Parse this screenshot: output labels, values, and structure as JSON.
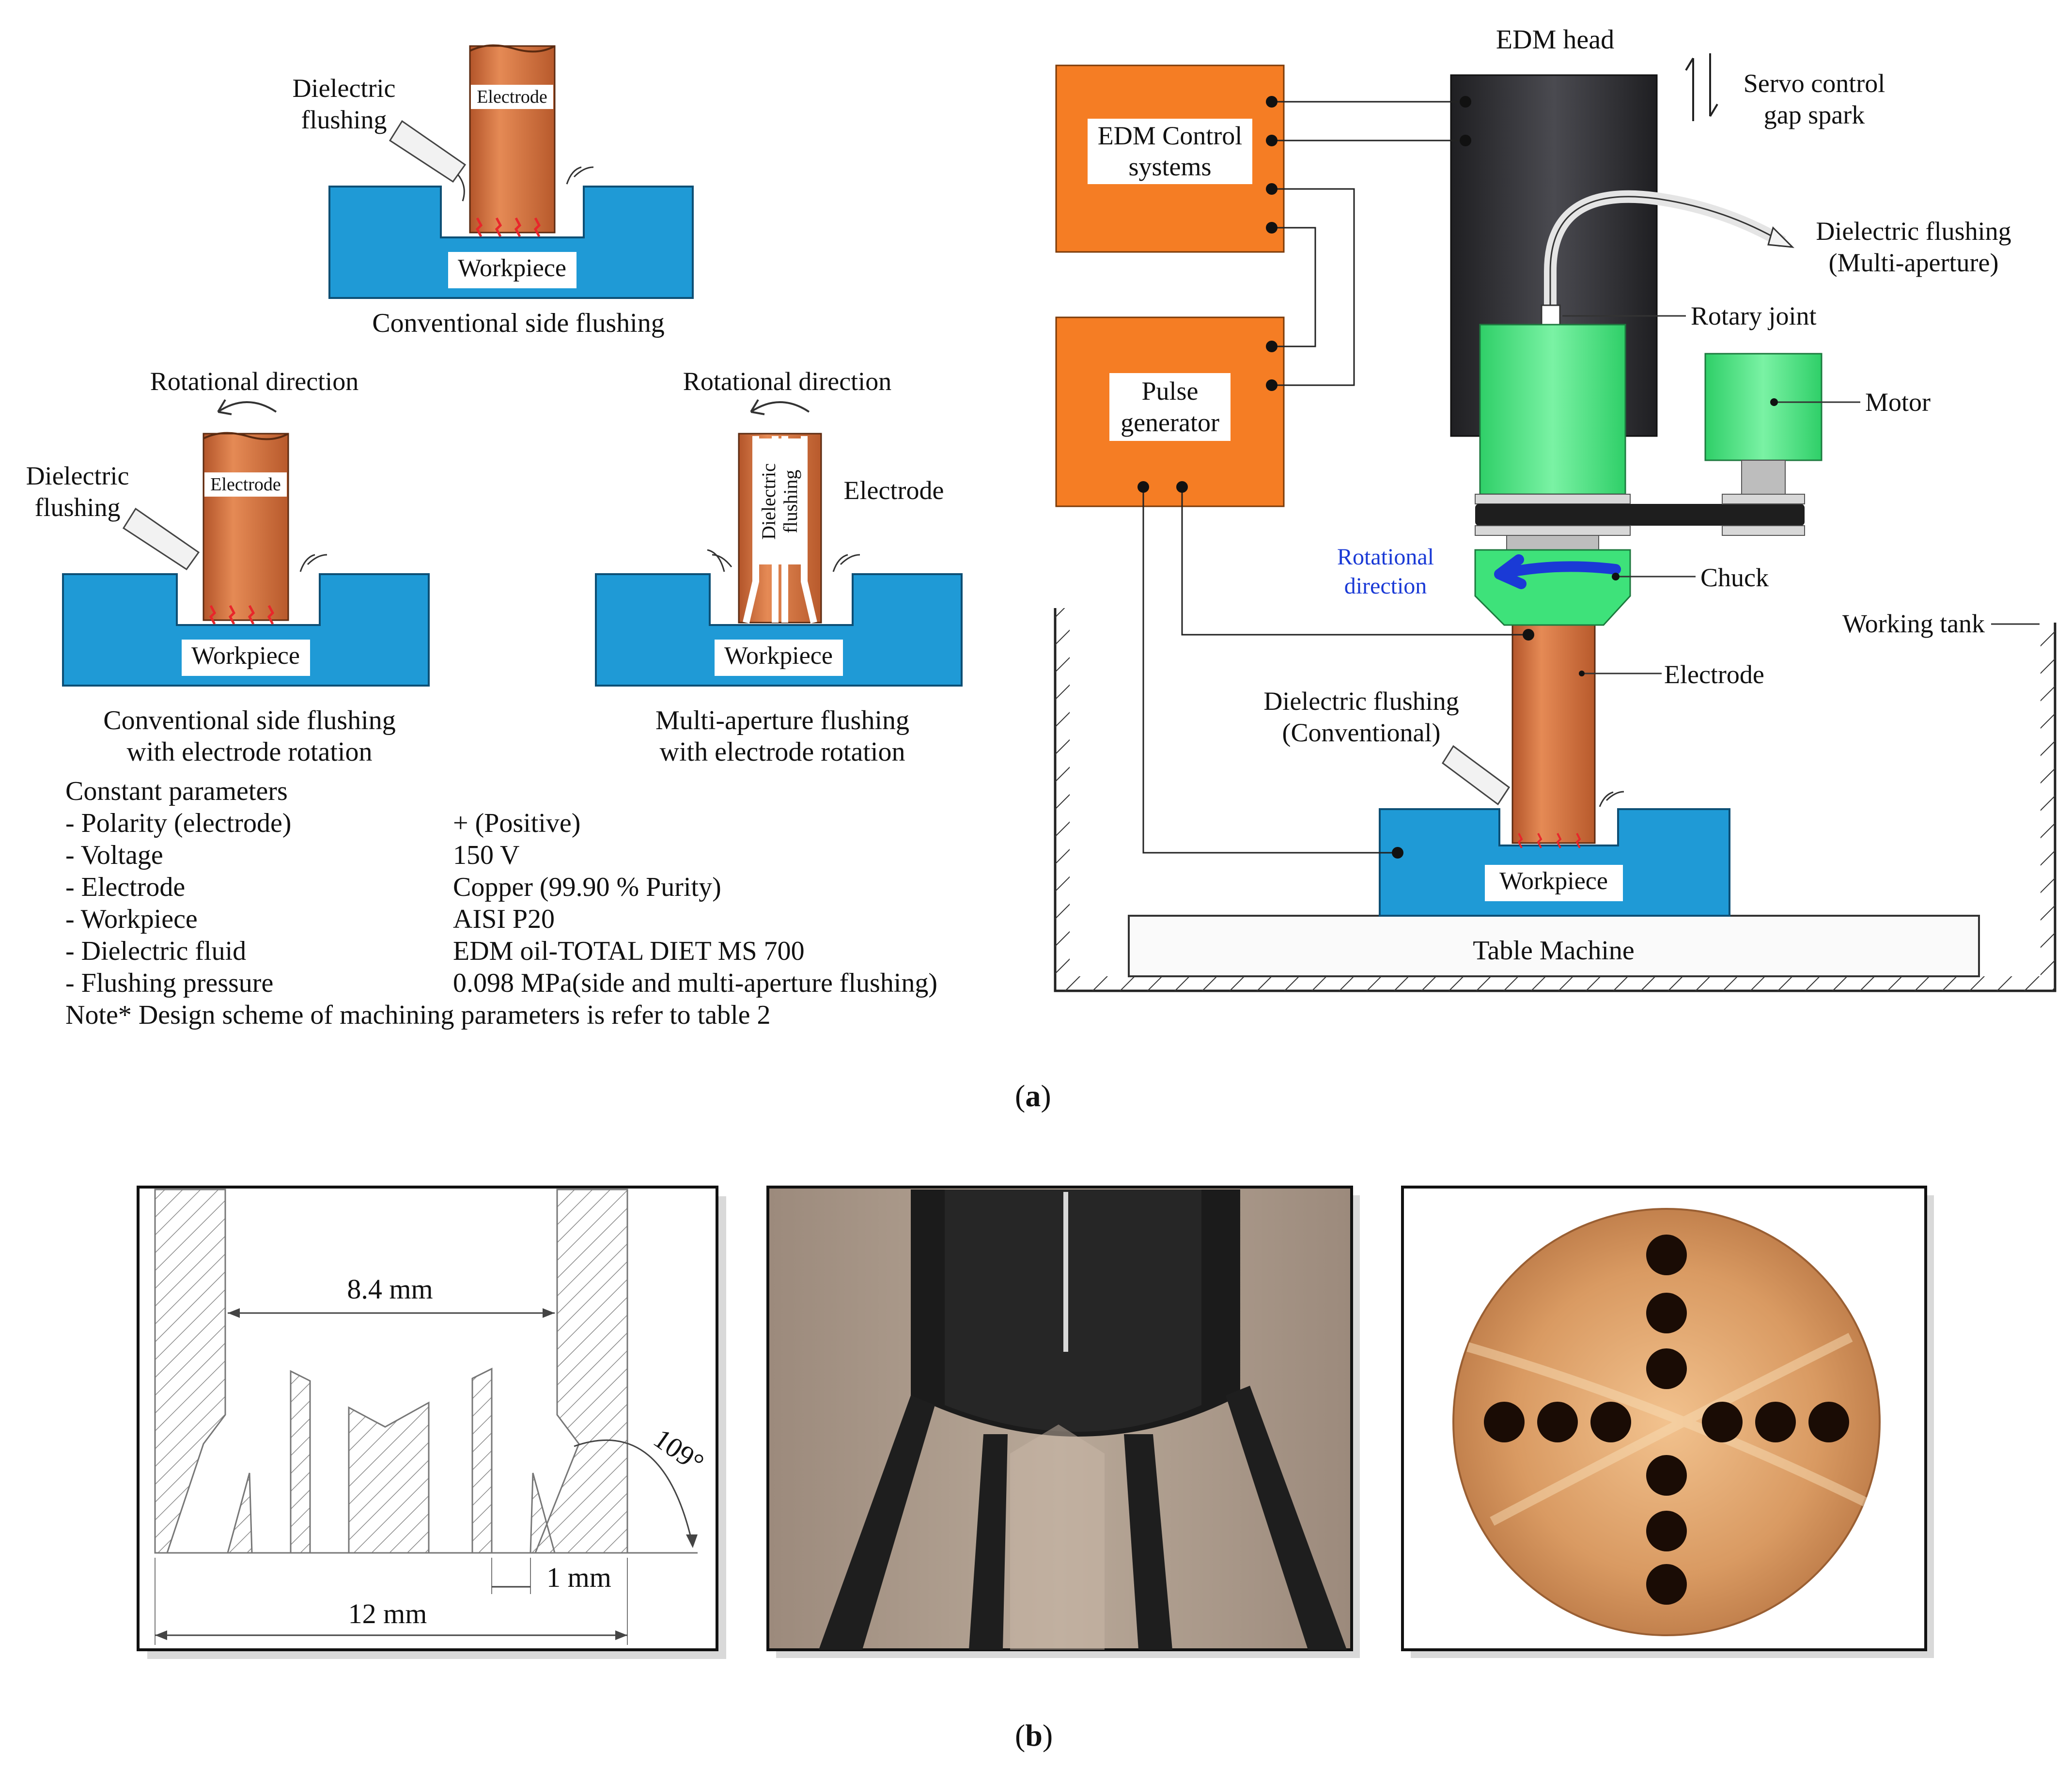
{
  "colors": {
    "workpiece": "#1f9ad6",
    "electrode": "#d7743f",
    "box_orange": "#f57d24",
    "green": "#3ee27a",
    "head_dark": "#2f2f33",
    "rotation_blue": "#1a3ad6",
    "spark_red": "#e8262a"
  },
  "panel_a": {
    "left": {
      "top_scheme": {
        "dielectric_label_1": "Dielectric",
        "dielectric_label_2": "flushing",
        "electrode_label": "Electrode",
        "workpiece_label": "Workpiece",
        "caption": "Conventional side flushing"
      },
      "rotation_scheme": {
        "rotation_label": "Rotational direction",
        "dielectric_label_1": "Dielectric",
        "dielectric_label_2": "flushing",
        "electrode_label": "Electrode",
        "workpiece_label": "Workpiece",
        "caption_1": "Conventional side flushing",
        "caption_2": "with electrode rotation"
      },
      "multi_scheme": {
        "rotation_label": "Rotational direction",
        "inner_label_1": "Dielectric",
        "inner_label_2": "flushing",
        "electrode_label": "Electrode",
        "workpiece_label": "Workpiece",
        "caption_1": "Multi-aperture flushing",
        "caption_2": "with electrode rotation"
      },
      "parameters": {
        "heading": "Constant parameters",
        "rows": [
          {
            "name": "- Polarity (electrode)",
            "value": "+ (Positive)"
          },
          {
            "name": "- Voltage",
            "value": "150 V"
          },
          {
            "name": "- Electrode",
            "value": "Copper (99.90 % Purity)"
          },
          {
            "name": "- Workpiece",
            "value": "AISI P20"
          },
          {
            "name": "- Dielectric fluid",
            "value": "EDM oil-TOTAL DIET MS 700"
          },
          {
            "name": "- Flushing pressure",
            "value": "0.098 MPa(side and multi-aperture flushing)"
          }
        ],
        "note": "Note* Design scheme of machining parameters is refer to table 2"
      }
    },
    "right": {
      "edm_head": "EDM head",
      "servo_1": "Servo control",
      "servo_2": "gap spark",
      "control_1": "EDM Control",
      "control_2": "systems",
      "pulse_1": "Pulse",
      "pulse_2": "generator",
      "multi_flush_1": "Dielectric flushing",
      "multi_flush_2": "(Multi-aperture)",
      "rotary_joint": "Rotary joint",
      "motor": "Motor",
      "rotational_1": "Rotational",
      "rotational_2": "direction",
      "chuck": "Chuck",
      "working_tank": "Working tank",
      "electrode": "Electrode",
      "conv_flush_1": "Dielectric flushing",
      "conv_flush_2": "(Conventional)",
      "workpiece": "Workpiece",
      "table": "Table Machine"
    },
    "caption": "a"
  },
  "panel_b": {
    "drawing": {
      "dim_inner": "8.4 mm",
      "dim_angle": "109°",
      "dim_gap": "1 mm",
      "dim_outer": "12 mm"
    },
    "caption": "b"
  }
}
